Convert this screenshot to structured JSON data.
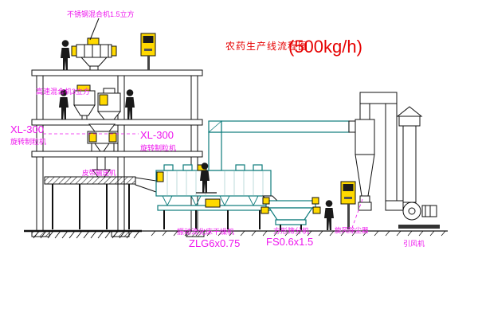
{
  "title": {
    "text": "农药生产线流程图",
    "capacity": "(500kg/h)"
  },
  "equipment_labels": {
    "stainless_mixer": "不锈钢混合机1.5立方",
    "high_speed_mixer": "高速混合机3立方",
    "granulator_left_model": "XL-300",
    "granulator_left_name": "旋转制粒机",
    "granulator_mid_model": "XL-300",
    "granulator_mid_name": "旋转制粒机",
    "belt_conveyor": "皮带输送机",
    "fluid_bed_dryer": "振动流化床干燥机",
    "fluid_bed_model": "ZLG6x0.75",
    "square_sieve": "方形筛分机",
    "square_sieve_model": "FS0.6x1.5",
    "cyclone": "旋风除尘器",
    "induced_fan": "引风机"
  },
  "colors": {
    "label_magenta": "#ee16ee",
    "title_red": "#e60000",
    "equipment_yellow": "#ffd900",
    "duct_teal": "#0e7c7c",
    "line_black": "#141414"
  }
}
